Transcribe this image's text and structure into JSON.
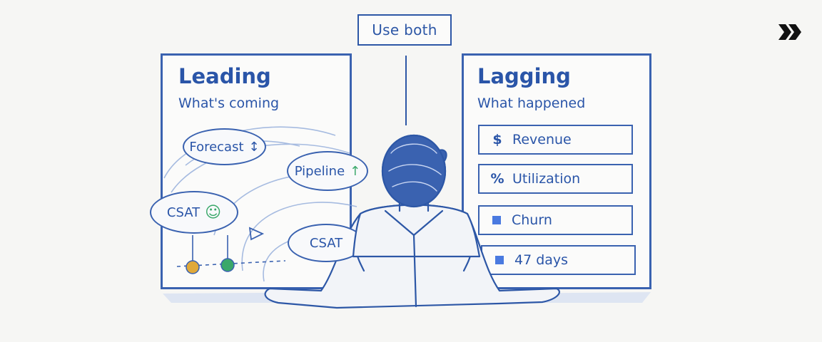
{
  "callout": {
    "label": "Use both"
  },
  "leading": {
    "title": "Leading",
    "subtitle": "What's coming",
    "bubbles": {
      "forecast": {
        "label": "Forecast",
        "icon": "up-down-arrow-icon",
        "glyph": "↕"
      },
      "pipeline": {
        "label": "Pipeline",
        "icon": "up-arrow-icon",
        "glyph": "↑"
      },
      "csat_happy": {
        "label": "CSAT",
        "icon": "smiley-icon",
        "glyph": "☺"
      },
      "csat_partial": {
        "label": "CSAT"
      }
    }
  },
  "lagging": {
    "title": "Lagging",
    "subtitle": "What happened",
    "metrics": [
      {
        "icon": "dollar-icon",
        "glyph": "$",
        "label": "Revenue"
      },
      {
        "icon": "percent-icon",
        "glyph": "%",
        "label": "Utilization"
      },
      {
        "icon": "square-icon",
        "glyph": "",
        "label": "Churn"
      },
      {
        "icon": "square-icon",
        "glyph": "",
        "label": "47 days"
      }
    ]
  },
  "colors": {
    "ink": "#2a55a8",
    "accent_green": "#3aa86a",
    "accent_yellow": "#e0a93a",
    "background": "#f6f6f4"
  }
}
